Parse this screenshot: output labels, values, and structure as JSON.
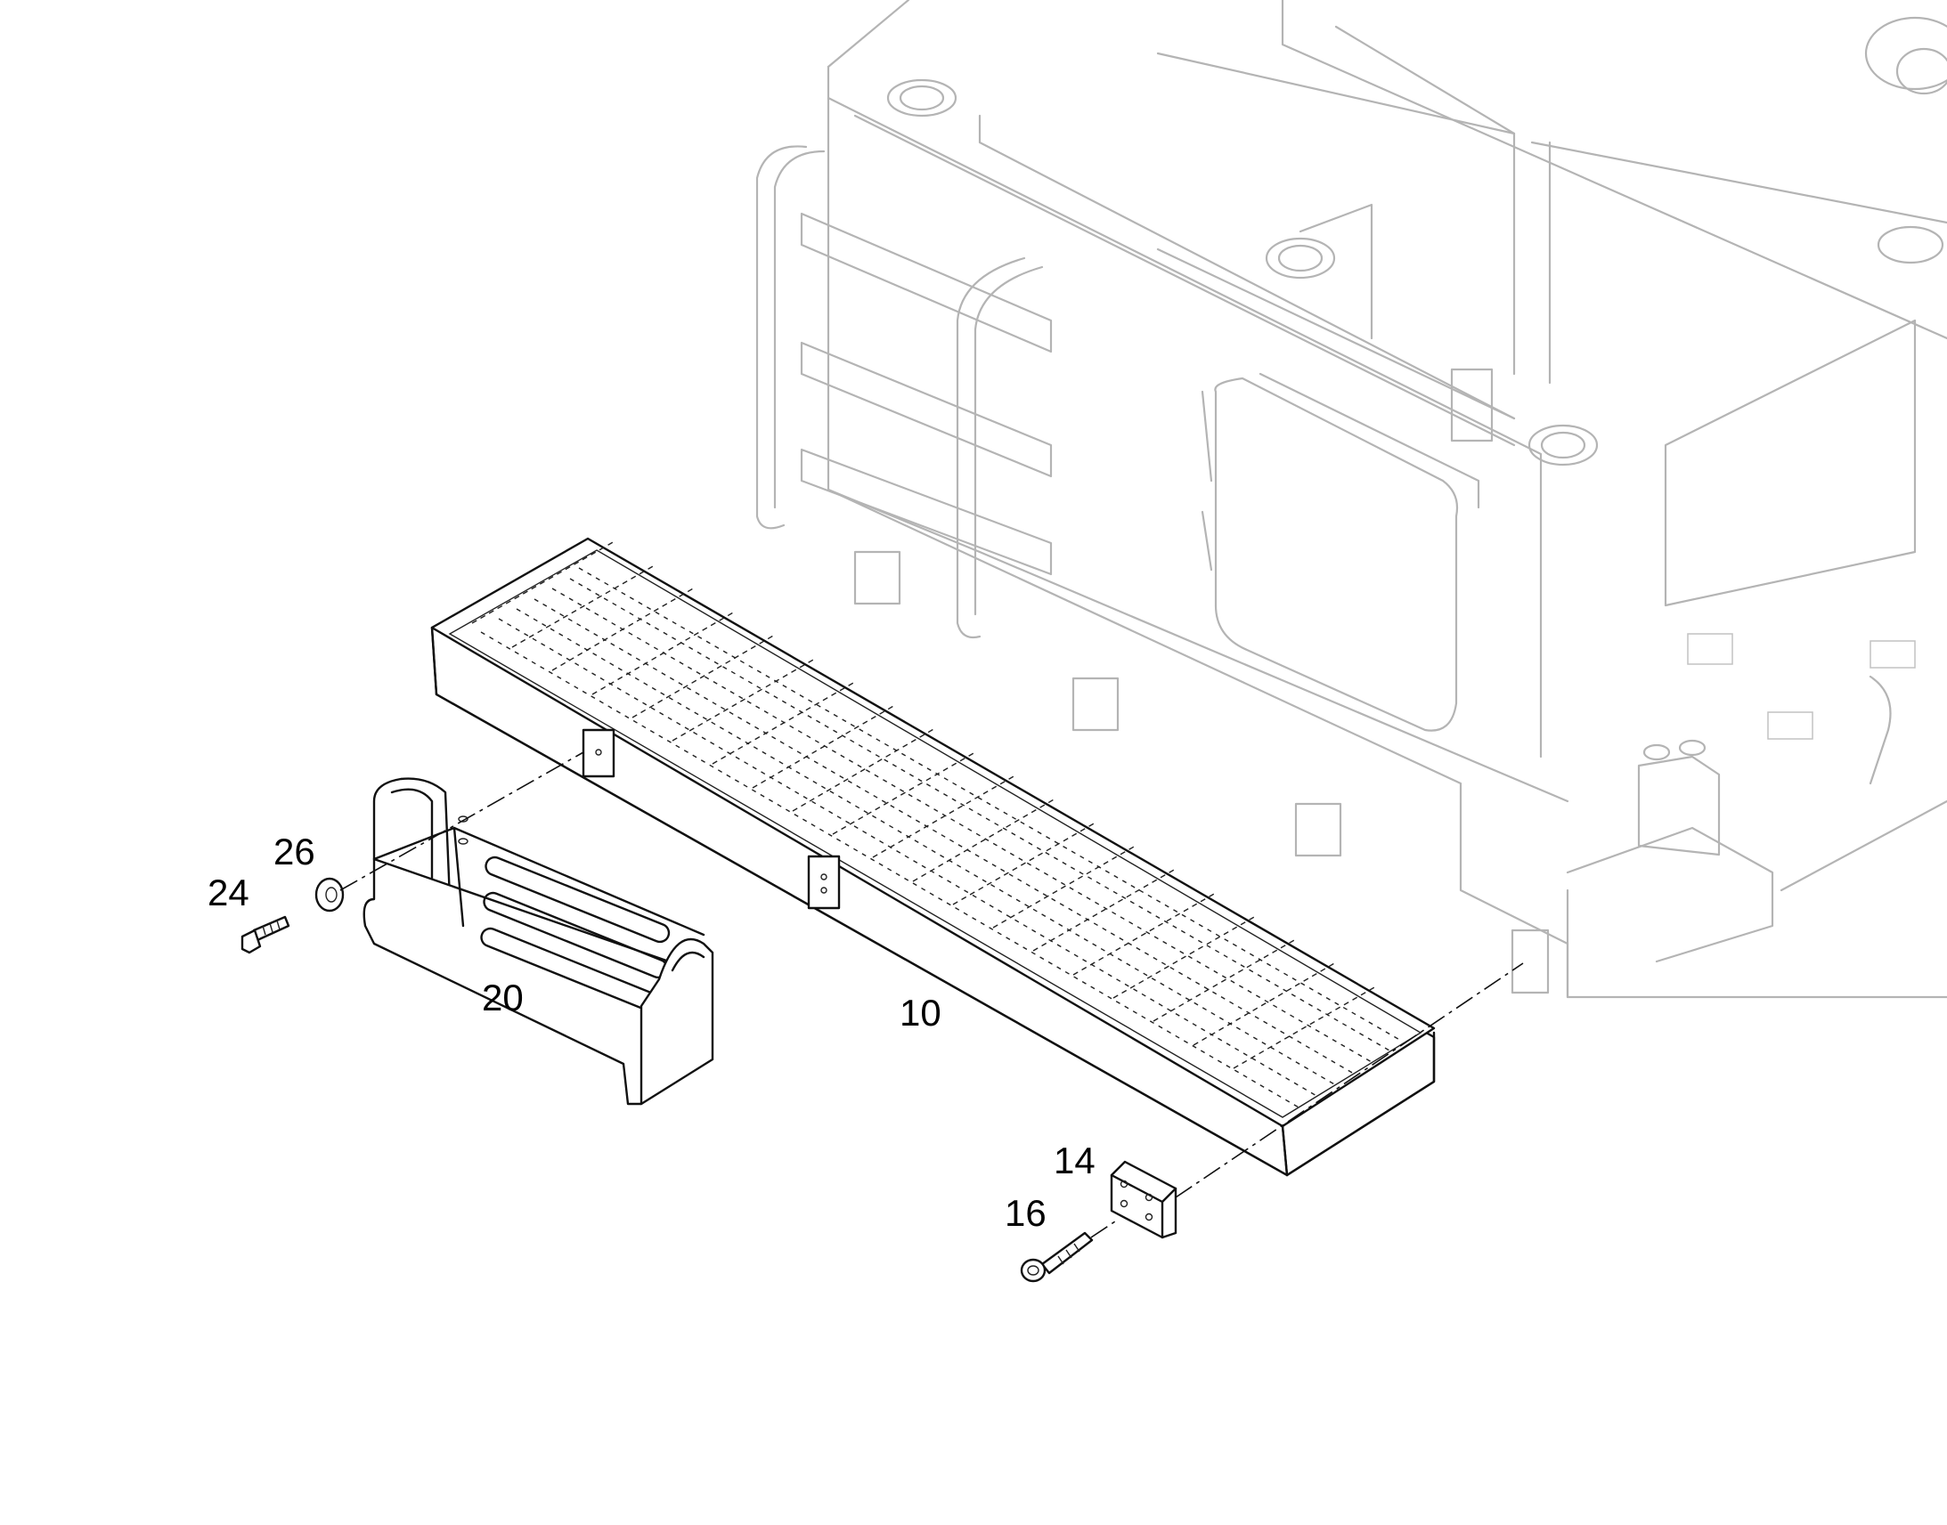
{
  "callouts": {
    "step_grating": "10",
    "mounting_plate": "14",
    "cap_screw": "16",
    "step_bracket": "20",
    "hex_bolt": "24",
    "washer": "26"
  },
  "colors": {
    "background": "#ffffff",
    "part_outline": "#111111",
    "ghost_outline": "#b4b4b4"
  }
}
